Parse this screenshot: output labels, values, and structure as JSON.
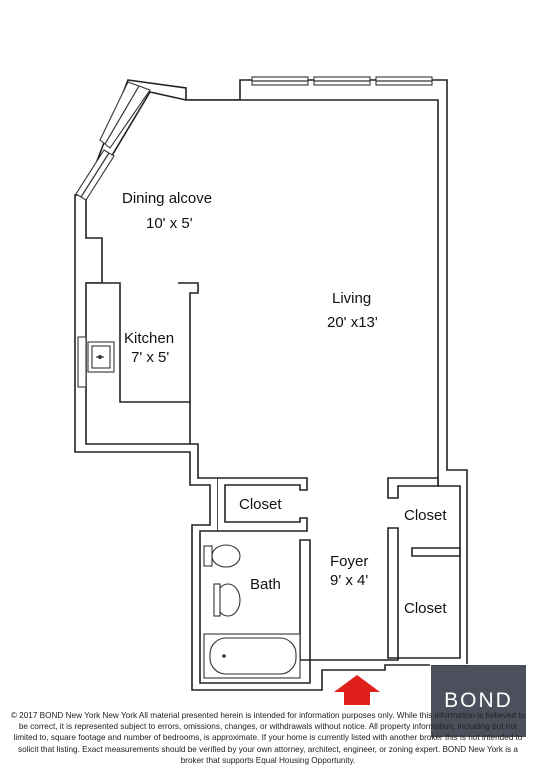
{
  "rooms": {
    "dining": {
      "name": "Dining alcove",
      "size": "10' x 5'"
    },
    "living": {
      "name": "Living",
      "size": "20' x13'"
    },
    "kitchen": {
      "name": "Kitchen",
      "size": "7' x 5'"
    },
    "closet_left": {
      "name": "Closet"
    },
    "closet_right_top": {
      "name": "Closet"
    },
    "closet_right_bottom": {
      "name": "Closet"
    },
    "foyer": {
      "name": "Foyer",
      "size": "9' x 4'"
    },
    "bath": {
      "name": "Bath"
    }
  },
  "entry_arrow_color": "#e0211b",
  "logo": {
    "text": "BOND"
  },
  "disclaimer": "© 2017 BOND New York New York All material presented herein is intended for information purposes only. While this information is believed to be correct, it is represented subject to errors, omissions, changes, or withdrawals without notice. All property information, including but not limited to, square footage and number of bedrooms, is approximate. If your home is currently listed with another broker this is not intended to solicit that listing. Exact measurements should be verified by your own attorney, architect, engineer, or zoning expert. BOND New York is a broker that supports Equal Housing Opportunity."
}
